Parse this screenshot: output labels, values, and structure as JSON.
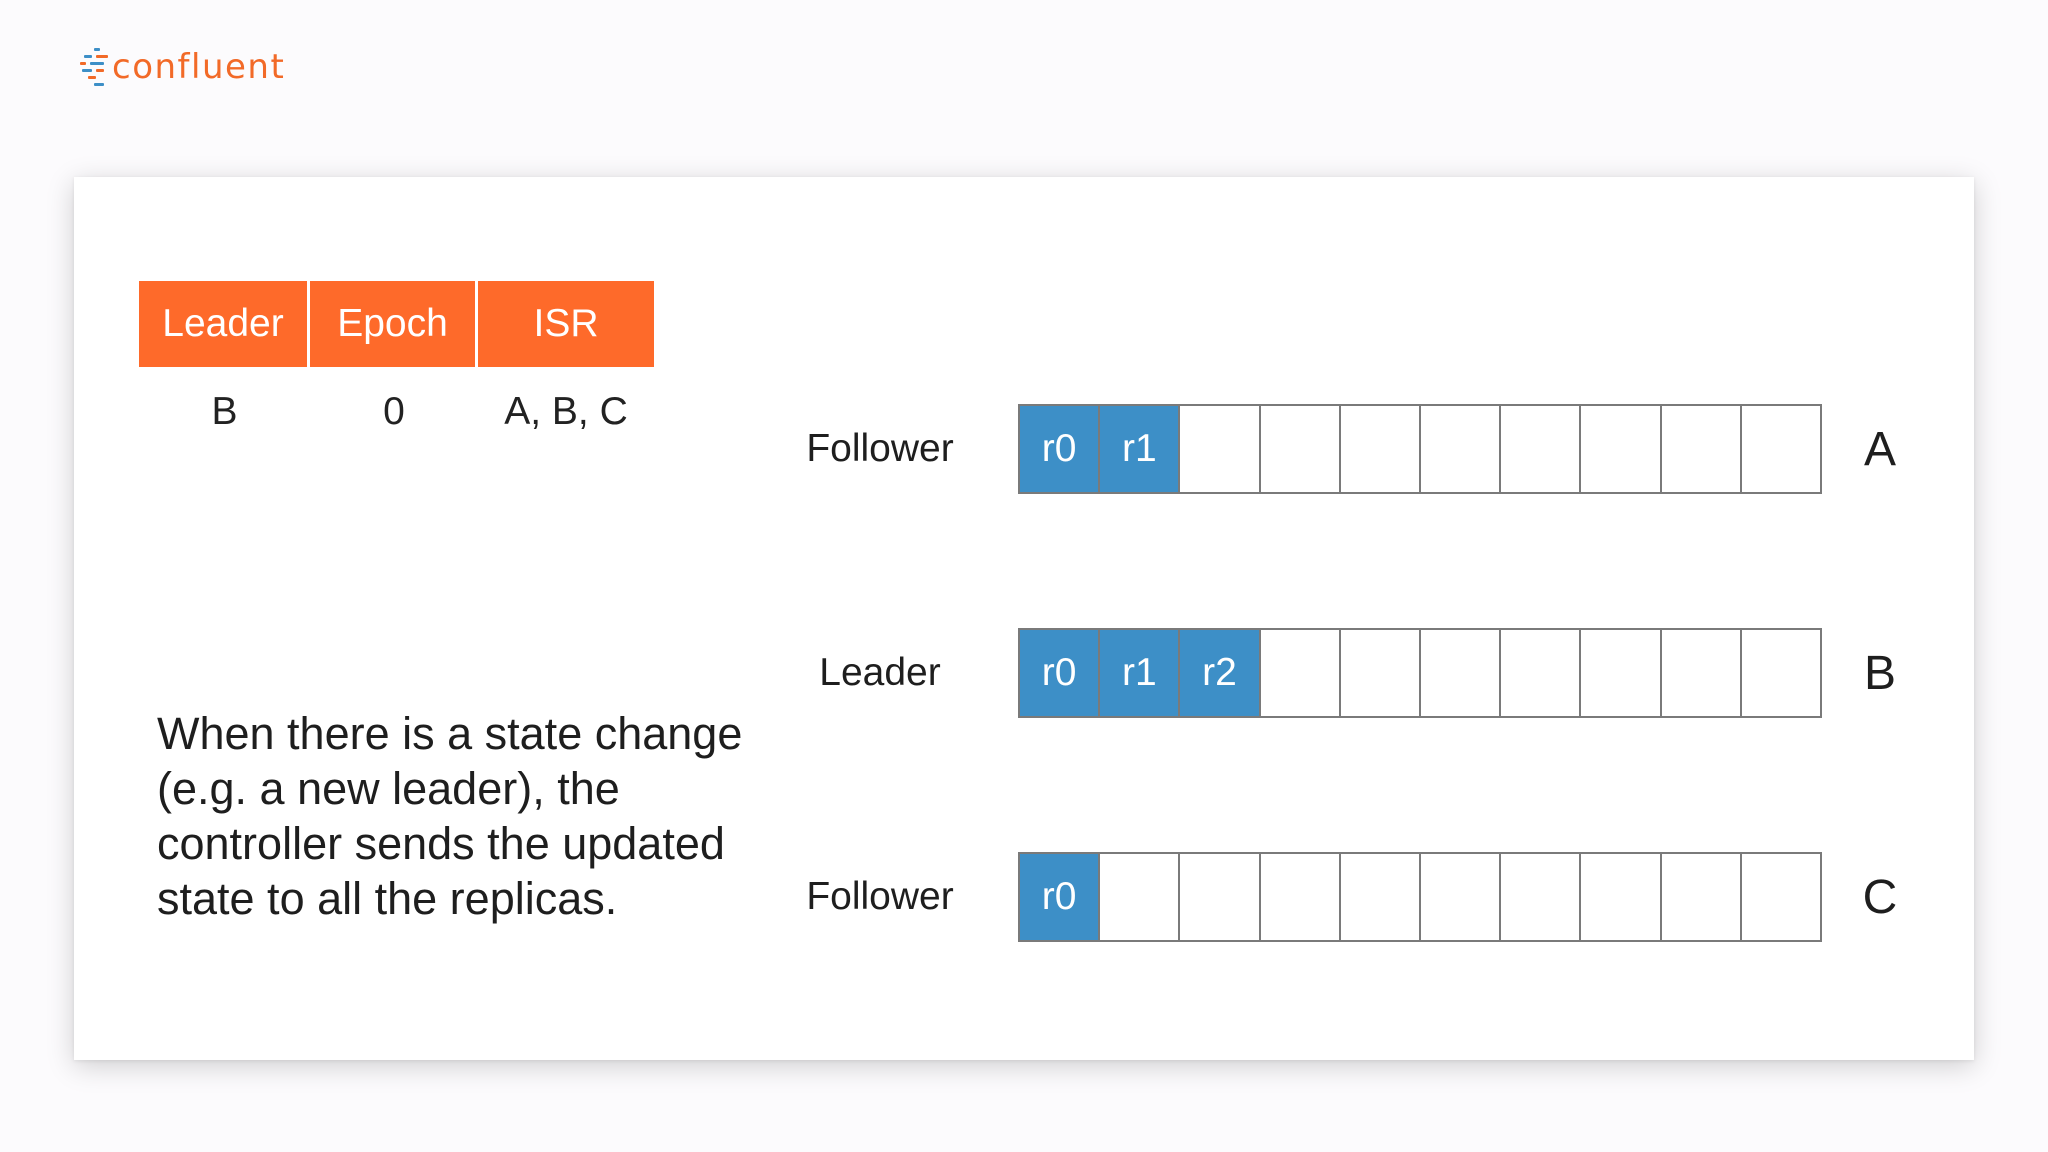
{
  "logo": {
    "text": "confluent",
    "colors": {
      "brand": "#f26a28",
      "mark_blue": "#3d8fc7"
    }
  },
  "state_table": {
    "headers": [
      "Leader",
      "Epoch",
      "ISR"
    ],
    "values": [
      "B",
      "0",
      "A, B, C"
    ],
    "header_color": "#fe6a2a"
  },
  "caption": "When there is a state change (e.g. a new leader), the controller sends the updated state to all the replicas.",
  "replicas": [
    {
      "role": "Follower",
      "broker": "A",
      "records": [
        "r0",
        "r1",
        "",
        "",
        "",
        "",
        "",
        "",
        "",
        ""
      ]
    },
    {
      "role": "Leader",
      "broker": "B",
      "records": [
        "r0",
        "r1",
        "r2",
        "",
        "",
        "",
        "",
        "",
        "",
        ""
      ]
    },
    {
      "role": "Follower",
      "broker": "C",
      "records": [
        "r0",
        "",
        "",
        "",
        "",
        "",
        "",
        "",
        "",
        ""
      ]
    }
  ],
  "record_fill_color": "#3d8fc7"
}
